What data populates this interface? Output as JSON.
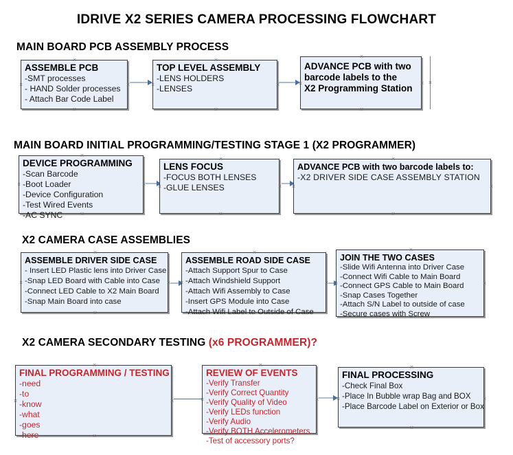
{
  "document": {
    "title": "IDRIVE X2  SERIES CAMERA PROCESSING FLOWCHART"
  },
  "sections": [
    {
      "id": "main-board-pcb-assembly",
      "heading": "MAIN BOARD PCB ASSEMBLY PROCESS",
      "heading_accent": "",
      "boxes": [
        {
          "id": "assemble-pcb",
          "title": "ASSEMBLE PCB",
          "color": "black",
          "lines": [
            "-SMT processes",
            "- HAND Solder processes",
            "- Attach Bar Code Label"
          ]
        },
        {
          "id": "top-level-assembly",
          "title": "TOP LEVEL ASSEMBLY",
          "color": "black",
          "lines": [
            "-LENS HOLDERS",
            "-LENSES"
          ]
        },
        {
          "id": "advance-pcb-programming-station",
          "title": "ADVANCE PCB with two",
          "color": "black",
          "title_lines": [
            "ADVANCE PCB with two",
            "barcode labels to the",
            " X2 Programming Station"
          ],
          "lines": []
        }
      ]
    },
    {
      "id": "main-board-initial-programming",
      "heading": "MAIN BOARD INITIAL PROGRAMMING/TESTING STAGE 1 (X2 PROGRAMMER)",
      "heading_accent": "",
      "boxes": [
        {
          "id": "device-programming",
          "title": "DEVICE PROGRAMMING",
          "color": "black",
          "lines": [
            "-Scan Barcode",
            "-Boot Loader",
            "-Device Configuration",
            "-Test Wired Events",
            "-AC SYNC"
          ]
        },
        {
          "id": "lens-focus",
          "title": "LENS FOCUS",
          "color": "black",
          "lines": [
            "-FOCUS BOTH LENSES",
            "-GLUE LENSES"
          ]
        },
        {
          "id": "advance-pcb-driver-side-case",
          "title": "ADVANCE PCB with two barcode labels to:",
          "color": "black",
          "lines": [
            "-X2 DRIVER  SIDE  CASE  ASSEMBLY STATION"
          ]
        }
      ]
    },
    {
      "id": "x2-camera-case-assemblies",
      "heading": "X2 CAMERA CASE ASSEMBLIES",
      "heading_accent": "",
      "boxes": [
        {
          "id": "assemble-driver-side-case",
          "title": "ASSEMBLE DRIVER SIDE CASE",
          "color": "black",
          "lines": [
            "- Insert LED Plastic lens into Driver Case",
            "-Snap LED Board with Cable into Case",
            "-Connect LED Cable to X2 Main Board",
            "-Snap Main Board into case"
          ]
        },
        {
          "id": "assemble-road-side-case",
          "title": "ASSEMBLE ROAD SIDE CASE",
          "color": "black",
          "lines": [
            "-Attach Support Spur to Case",
            "-Attach Windshield Support",
            "-Attach Wifi Assembly to Case",
            "-Insert GPS Module into Case",
            "-Attach Wifi Label to Outside of Case"
          ]
        },
        {
          "id": "join-the-two-cases",
          "title": "JOIN THE TWO CASES",
          "color": "black",
          "lines": [
            "-Slide Wifi Antenna into Driver Case",
            "-Connect Wifi Cable to Main Board",
            "-Connect GPS Cable to Main Board",
            "-Snap Cases Together",
            "-Attach S/N Label to outside of case",
            "-Secure cases with Screw"
          ]
        }
      ]
    },
    {
      "id": "x2-camera-secondary-testing",
      "heading": "X2 CAMERA SECONDARY TESTING ",
      "heading_accent": "(x6 PROGRAMMER)?",
      "boxes": [
        {
          "id": "final-programming-testing",
          "title": "FINAL PROGRAMMING / TESTING",
          "color": "red",
          "lines": [
            "-need",
            "-to",
            "-know",
            "-what",
            "-goes",
            "-here"
          ]
        },
        {
          "id": "review-of-events",
          "title": "REVIEW OF EVENTS",
          "color": "red",
          "lines": [
            "-Verify Transfer",
            "-Verify Correct Quantity",
            "-Verify Quality of Video",
            "-Verify LEDs function",
            "-Verify Audio",
            "-Verify BOTH Accelerometers",
            "-Test of accessory ports?"
          ]
        },
        {
          "id": "final-processing",
          "title": "FINAL PROCESSING",
          "color": "black",
          "lines": [
            " -Check Final Box",
            "-Place In Bubble wrap Bag and BOX",
            "-Place Barcode Label on Exterior or Box"
          ]
        }
      ]
    }
  ],
  "colors": {
    "box_fill": "#E9EFF8",
    "box_border": "#3a3a3a",
    "connector": "#A9BED4",
    "arrowhead": "#4A6FA5",
    "accent_red": "#C1272D",
    "text": "#000000"
  }
}
